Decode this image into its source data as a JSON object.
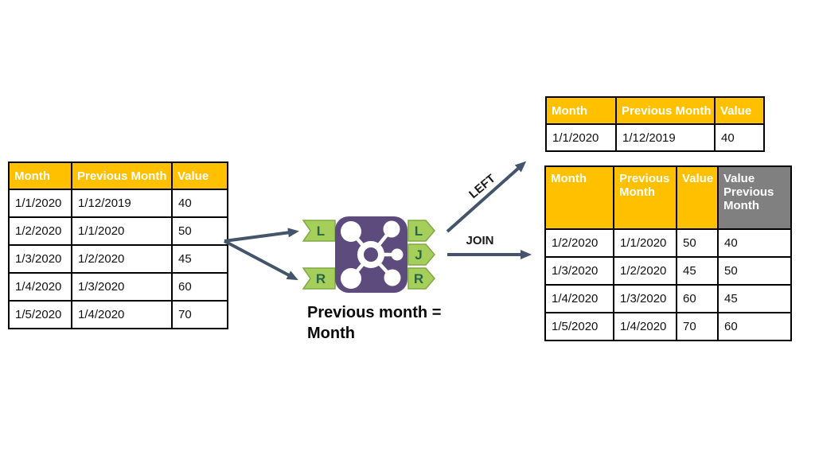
{
  "left_table": {
    "headers": [
      "Month",
      "Previous Month",
      "Value"
    ],
    "rows": [
      [
        "1/1/2020",
        "1/12/2019",
        "40"
      ],
      [
        "1/2/2020",
        "1/1/2020",
        "50"
      ],
      [
        "1/3/2020",
        "1/2/2020",
        "45"
      ],
      [
        "1/4/2020",
        "1/3/2020",
        "60"
      ],
      [
        "1/5/2020",
        "1/4/2020",
        "70"
      ]
    ]
  },
  "join_tool": {
    "caption": "Previous month = Month",
    "inputs": [
      "L",
      "R"
    ],
    "outputs": [
      "L",
      "J",
      "R"
    ]
  },
  "arrow_labels": {
    "left": "LEFT",
    "join": "JOIN"
  },
  "left_output_table": {
    "headers": [
      "Month",
      "Previous Month",
      "Value"
    ],
    "rows": [
      [
        "1/1/2020",
        "1/12/2019",
        "40"
      ]
    ]
  },
  "join_output_table": {
    "headers": [
      "Month",
      "Previous Month",
      "Value",
      "Value Previous Month"
    ],
    "rows": [
      [
        "1/2/2020",
        "1/1/2020",
        "50",
        "40"
      ],
      [
        "1/3/2020",
        "1/2/2020",
        "45",
        "50"
      ],
      [
        "1/4/2020",
        "1/3/2020",
        "60",
        "45"
      ],
      [
        "1/5/2020",
        "1/4/2020",
        "70",
        "60"
      ]
    ]
  },
  "colors": {
    "table_header_fill": "#FFC000",
    "derived_column_header_fill": "#808080",
    "header_text": "#FFFFFF",
    "arrow": "#44546A",
    "tool_purple": "#5E4B7D",
    "connector_fill": "#A6CE5A",
    "connector_border": "#7FA848",
    "connector_letter": "#27664B",
    "table_border": "#000000"
  }
}
